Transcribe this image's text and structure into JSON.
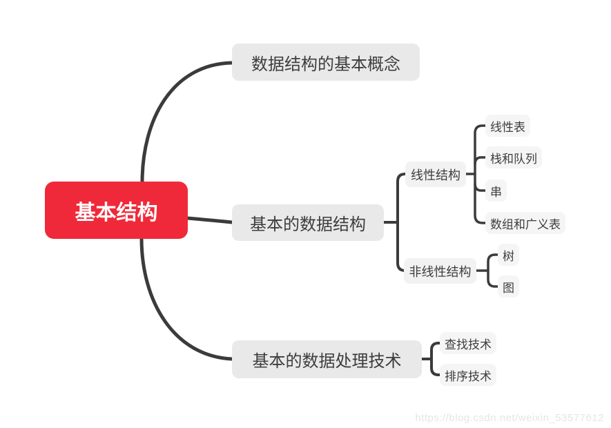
{
  "colors": {
    "root_bg": "#f0293a",
    "root_text": "#ffffff",
    "branch_bg": "#e9e9e9",
    "sub_bg": "#f2f2f2",
    "leaf_bg": "#f5f5f5",
    "text": "#3d3d3d",
    "line": "#3b3b3b",
    "watermark_text": "#e5e5e5",
    "page_bg": "#ffffff"
  },
  "mindmap": {
    "root": {
      "label": "基本结构"
    },
    "branches": [
      {
        "label": "数据结构的基本概念",
        "children": []
      },
      {
        "label": "基本的数据结构",
        "children": [
          {
            "label": "线性结构",
            "children": [
              {
                "label": "线性表"
              },
              {
                "label": "栈和队列"
              },
              {
                "label": "串"
              },
              {
                "label": "数组和广义表"
              }
            ]
          },
          {
            "label": "非线性结构",
            "children": [
              {
                "label": "树"
              },
              {
                "label": "图"
              }
            ]
          }
        ]
      },
      {
        "label": "基本的数据处理技术",
        "children": [
          {
            "label": "查找技术"
          },
          {
            "label": "排序技术"
          }
        ]
      }
    ]
  },
  "watermark": {
    "text": "https://blog.csdn.net/weixin_53577612"
  }
}
